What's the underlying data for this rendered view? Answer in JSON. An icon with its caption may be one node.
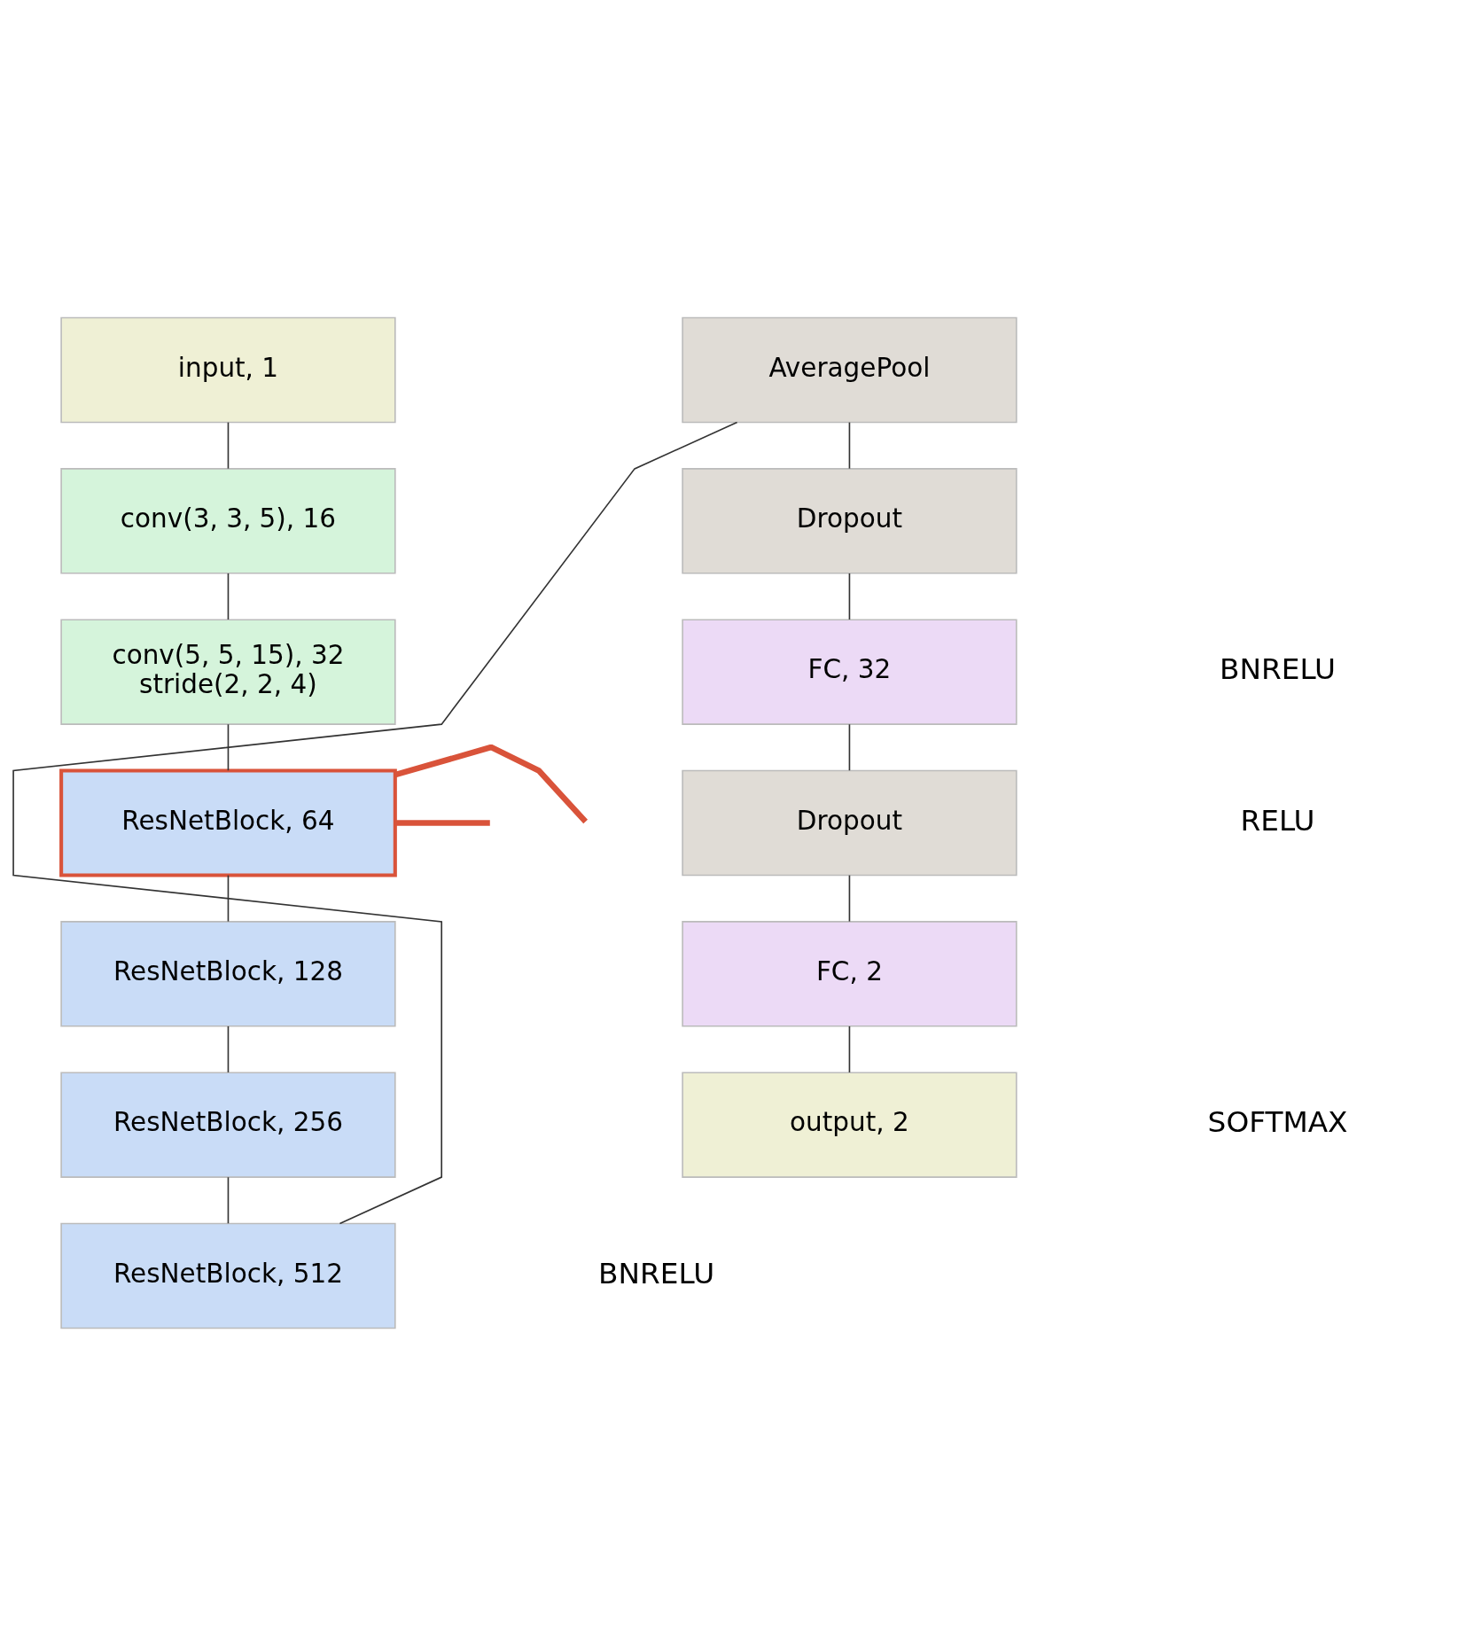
{
  "diagram": {
    "nodes": [
      {
        "text": [
          "input, 1"
        ]
      },
      {
        "text": [
          "conv(3, 3, 5), 16"
        ]
      },
      {
        "text": [
          "conv(5, 5, 15), 32",
          "stride(2, 2, 4)"
        ]
      },
      {
        "text": [
          "ResNetBlock, 64"
        ]
      },
      {
        "text": [
          "ResNetBlock, 128"
        ]
      },
      {
        "text": [
          "ResNetBlock, 256"
        ]
      },
      {
        "text": [
          "ResNetBlock, 512"
        ]
      },
      {
        "text": [
          "AveragePool"
        ]
      },
      {
        "text": [
          "Dropout"
        ]
      },
      {
        "text": [
          "FC, 32"
        ]
      },
      {
        "text": [
          "Dropout"
        ]
      },
      {
        "text": [
          "FC, 2"
        ]
      },
      {
        "text": [
          "output, 2"
        ]
      }
    ],
    "edges": [
      {
        "from": 0,
        "to": 1,
        "arrow": "none"
      },
      {
        "from": 1,
        "to": 2,
        "arrow": "none"
      },
      {
        "from": 2,
        "to": 3,
        "arrow": "none"
      },
      {
        "from": 3,
        "to": 4,
        "arrow": "none"
      },
      {
        "from": 4,
        "to": 5,
        "arrow": "none"
      },
      {
        "from": 5,
        "to": 6,
        "arrow": "none"
      },
      {
        "from": 6,
        "to": 7,
        "arrow": "none"
      },
      {
        "from": 7,
        "to": 8,
        "arrow": "none"
      },
      {
        "from": 8,
        "to": 9,
        "arrow": "none"
      },
      {
        "from": 9,
        "to": 10,
        "arrow": "none"
      },
      {
        "from": 10,
        "to": 11,
        "arrow": "none"
      },
      {
        "from": 11,
        "to": 12,
        "arrow": "none"
      },
      {
        "from": null,
        "to": 3,
        "arrow": "none",
        "style": "thick",
        "color": "#d9533a"
      },
      {
        "from": 3,
        "to": null,
        "arrow": "none",
        "style": "thick",
        "color": "#d9533a"
      }
    ],
    "labels": [
      "BNRELU",
      "RELU",
      "SOFTMAX",
      "BNRELU"
    ]
  }
}
